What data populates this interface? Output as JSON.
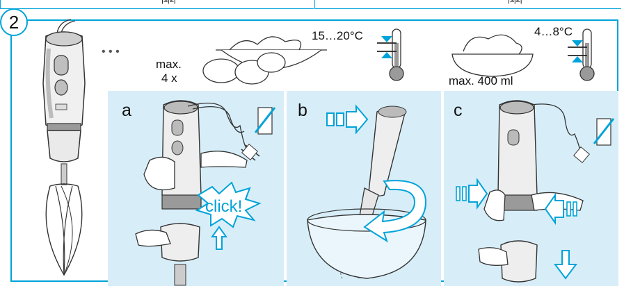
{
  "step_number": "2",
  "top_marks": {
    "left": "|≤|≥|",
    "right": "|≤|≥|"
  },
  "ellipsis": "• • •",
  "eggs": {
    "temp": "15…20°C",
    "max_label": "max.",
    "count": "4 x"
  },
  "cream": {
    "temp": "4…8°C",
    "max_label": "max. 400 ml"
  },
  "panels": [
    {
      "letter": "a",
      "callout": "click!"
    },
    {
      "letter": "b"
    },
    {
      "letter": "c"
    }
  ],
  "colors": {
    "accent": "#00a3d9",
    "panel_bg": "#d7eef9",
    "line": "#222222"
  }
}
